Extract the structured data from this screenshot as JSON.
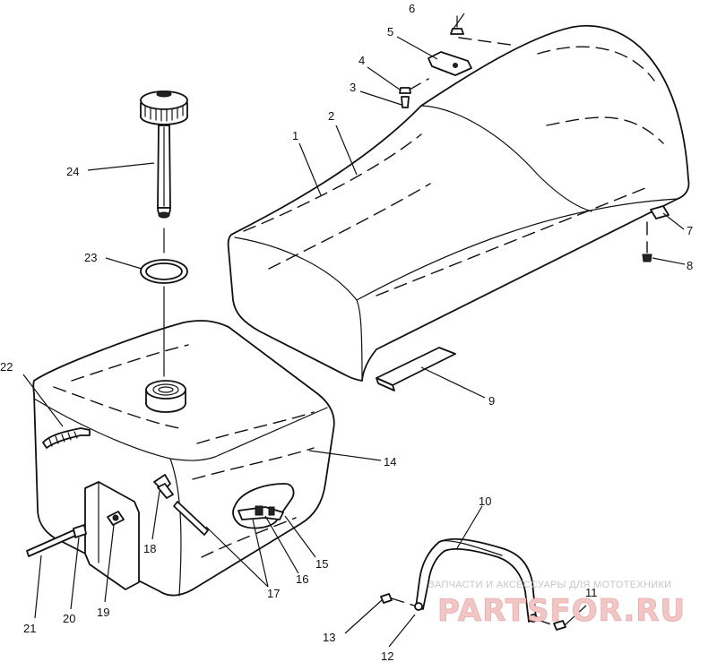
{
  "callouts": [
    {
      "id": "c1",
      "label": "1"
    },
    {
      "id": "c2",
      "label": "2"
    },
    {
      "id": "c3",
      "label": "3"
    },
    {
      "id": "c4",
      "label": "4"
    },
    {
      "id": "c5",
      "label": "5"
    },
    {
      "id": "c6",
      "label": "6"
    },
    {
      "id": "c7",
      "label": "7"
    },
    {
      "id": "c8",
      "label": "8"
    },
    {
      "id": "c9",
      "label": "9"
    },
    {
      "id": "c10",
      "label": "10"
    },
    {
      "id": "c11",
      "label": "11"
    },
    {
      "id": "c12",
      "label": "12"
    },
    {
      "id": "c13",
      "label": "13"
    },
    {
      "id": "c14",
      "label": "14"
    },
    {
      "id": "c15",
      "label": "15"
    },
    {
      "id": "c16",
      "label": "16"
    },
    {
      "id": "c17",
      "label": "17"
    },
    {
      "id": "c18",
      "label": "18"
    },
    {
      "id": "c19",
      "label": "19"
    },
    {
      "id": "c20",
      "label": "20"
    },
    {
      "id": "c21",
      "label": "21"
    },
    {
      "id": "c22",
      "label": "22"
    },
    {
      "id": "c23",
      "label": "23"
    },
    {
      "id": "c24",
      "label": "24"
    }
  ],
  "watermark": {
    "tagline": "ЗАПЧАСТИ И АКСЕССУАРЫ ДЛЯ МОТОТЕХНИКИ",
    "logo": "PARTSFOR.RU"
  }
}
